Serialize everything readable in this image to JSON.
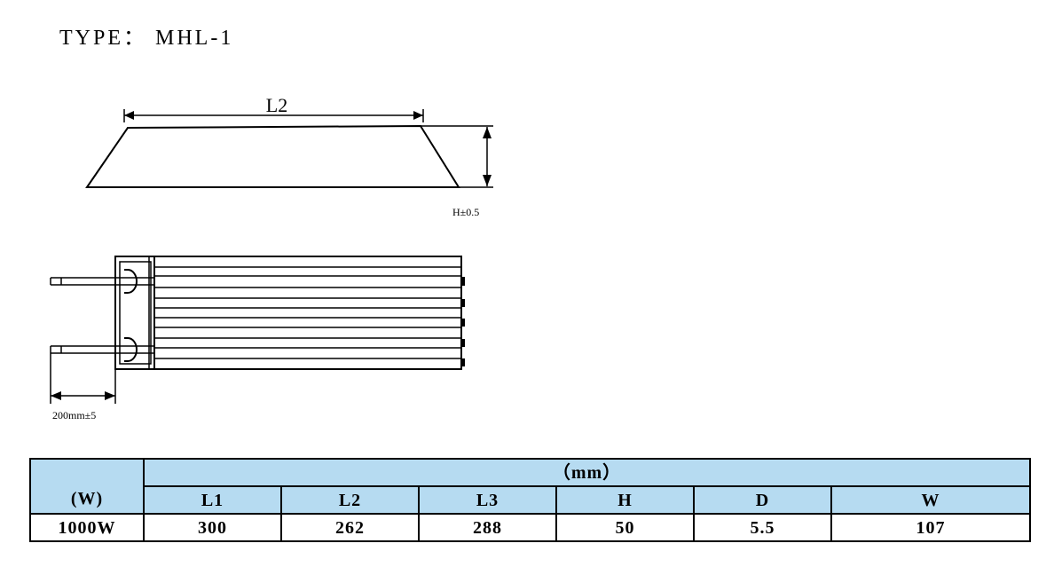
{
  "title": "TYPE： MHL-1",
  "side_view": {
    "length_label": "L2",
    "height_label": "H±0.5"
  },
  "top_view": {
    "lead_label": "200mm±5"
  },
  "spec_table": {
    "unit_header": "（mm）",
    "power_header": "(W)",
    "columns": [
      "L1",
      "L2",
      "L3",
      "H",
      "D",
      "W"
    ],
    "rows": [
      {
        "power": "1000W",
        "values": [
          "300",
          "262",
          "288",
          "50",
          "5.5",
          "107"
        ]
      }
    ],
    "header_color": "#b6dbf1"
  }
}
